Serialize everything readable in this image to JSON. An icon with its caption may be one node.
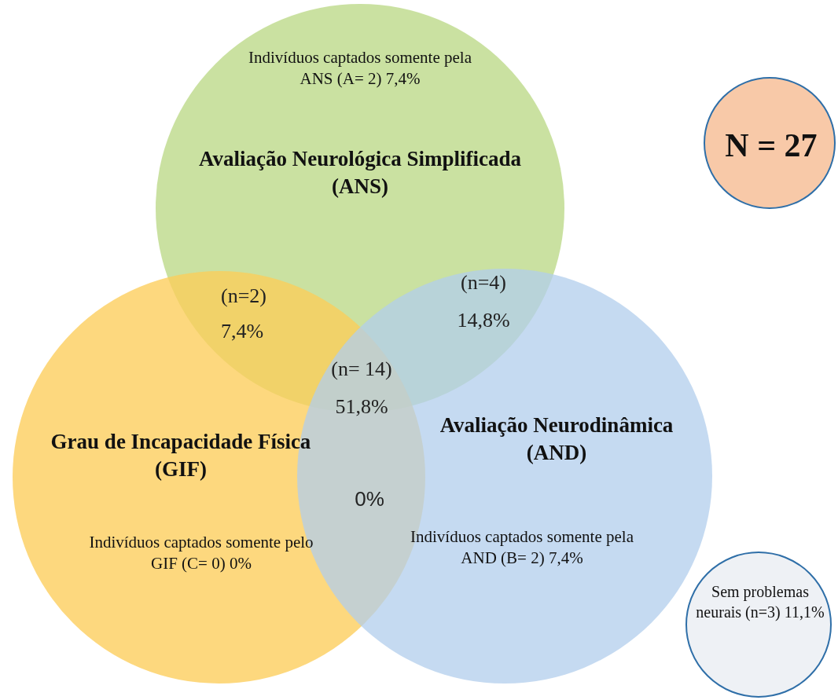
{
  "diagram": {
    "nodes": [
      {
        "text": [
          "Indivíduos captados somente pela ANS (A= 2) 7,4%",
          "Avaliação Neurológica Simplificada (ANS)"
        ]
      },
      {
        "text": [
          "Grau de Incapacidade Física (GIF)",
          "Indivíduos captados somente pelo GIF (C= 0) 0%"
        ]
      },
      {
        "text": [
          "Avaliação Neurodinâmica (AND)",
          "Indivíduos captados somente pela AND (B= 2) 7,4%"
        ]
      },
      {
        "text": [
          "N = 27"
        ]
      },
      {
        "text": [
          "Sem problemas neurais (n=3) 11,1%"
        ]
      }
    ],
    "edges": [],
    "labels": [
      "(n=2)",
      "7,4%",
      "(n=4)",
      "14,8%",
      "(n= 14)",
      "51,8%",
      "0%"
    ]
  }
}
